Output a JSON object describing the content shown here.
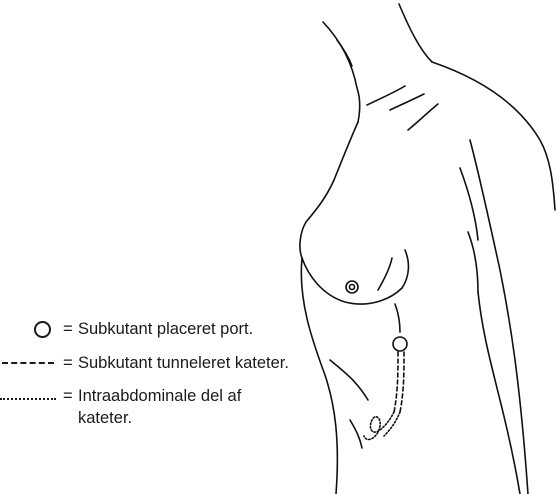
{
  "figure": {
    "illustration": "female-torso-line-drawing",
    "stroke_color": "#111111"
  },
  "legend": {
    "items": [
      {
        "symbol": "circle-icon",
        "equals": "=",
        "text": "Subkutant placeret port."
      },
      {
        "symbol": "dashed-line-icon",
        "equals": "=",
        "text": "Subkutant tunneleret kateter."
      },
      {
        "symbol": "dotted-line-icon",
        "equals": "=",
        "text": "Intraabdominale del af kateter."
      }
    ]
  }
}
